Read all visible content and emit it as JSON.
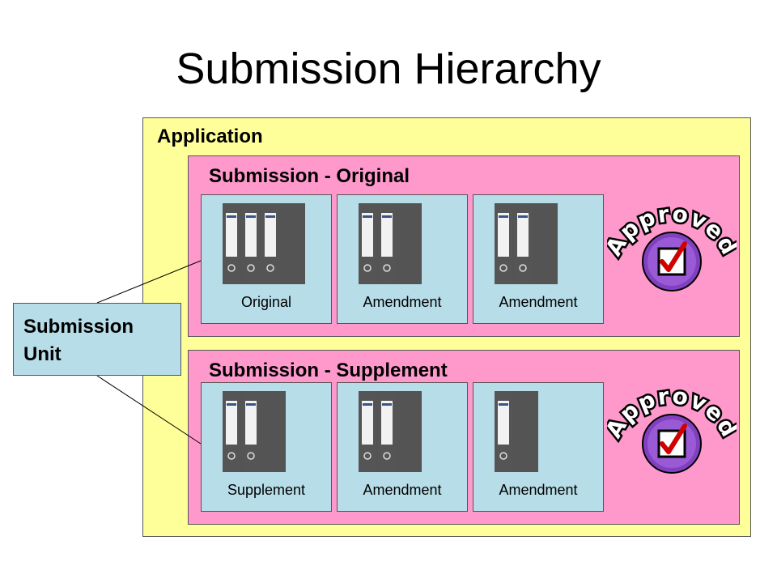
{
  "title": "Submission Hierarchy",
  "application": {
    "label": "Application"
  },
  "submission_unit_label": "Submission Unit",
  "submissions": [
    {
      "label": "Submission - Original",
      "units": [
        {
          "label": "Original",
          "binders": 3
        },
        {
          "label": "Amendment",
          "binders": 2
        },
        {
          "label": "Amendment",
          "binders": 2
        }
      ],
      "badge": "Approved"
    },
    {
      "label": "Submission - Supplement",
      "units": [
        {
          "label": "Supplement",
          "binders": 2
        },
        {
          "label": "Amendment",
          "binders": 2
        },
        {
          "label": "Amendment",
          "binders": 1
        }
      ],
      "badge": "Approved"
    }
  ],
  "colors": {
    "application": "#ffff99",
    "submission": "#ff99cc",
    "unit": "#b7dde8",
    "badge": "#8040c0"
  }
}
